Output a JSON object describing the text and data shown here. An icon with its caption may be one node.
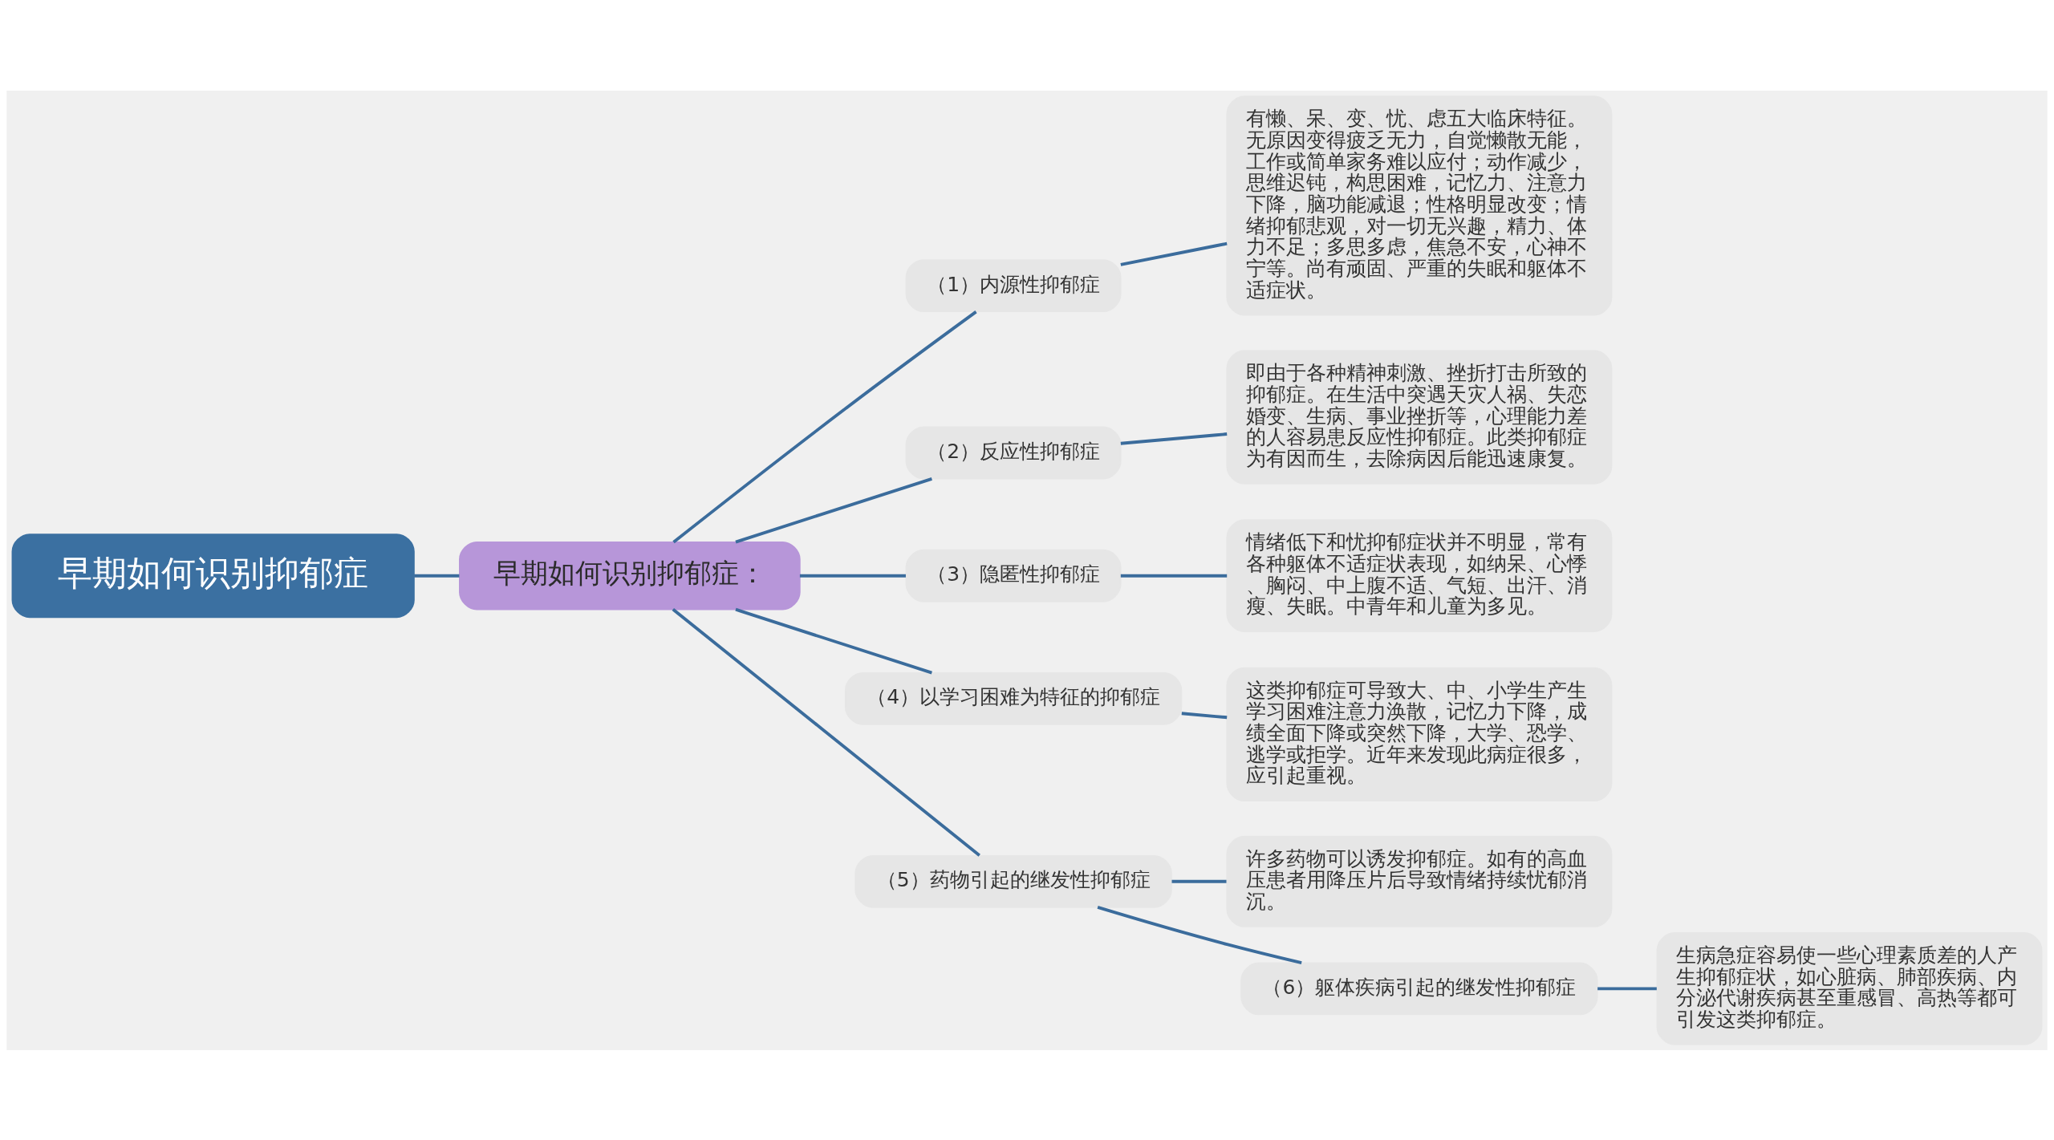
{
  "diagram": {
    "nodes": [
      {
        "text": [
          "早期如何识别抑郁症"
        ]
      },
      {
        "text": [
          "早期如何识别抑郁症："
        ]
      },
      {
        "text": [
          "（1）内源性抑郁症"
        ]
      },
      {
        "text": [
          "有懒、呆、变、忧、虑五大临床特征。无原因变得疲乏无力，自觉懒散无能，工作或简单家务难以应付；动作减少，思维迟钝，构思困难，记忆力、注意力下降，脑功能减退；性格明显改变；情绪抑郁悲观，对一切无兴趣，精力、体力不足；多思多虑，焦急不安，心神不宁等。尚有顽固、严重的失眠和躯体不适症状。"
        ]
      },
      {
        "text": [
          "（2）反应性抑郁症"
        ]
      },
      {
        "text": [
          "即由于各种精神刺激、挫折打击所致的抑郁症。在生活中突遇天灾人祸、失恋婚变、生病、事业挫折等，心理能力差的人容易患反应性抑郁症。此类抑郁症为有因而生，去除病因后能迅速康复。"
        ]
      },
      {
        "text": [
          "（3）隐匿性抑郁症"
        ]
      },
      {
        "text": [
          "情绪低下和忧抑郁症状并不明显，常有各种躯体不适症状表现，如纳呆、心悸、胸闷、中上腹不适、气短、出汗、消瘦、失眠。中青年和儿童为多见。"
        ]
      },
      {
        "text": [
          "（4）以学习困难为特征的抑郁症"
        ]
      },
      {
        "text": [
          "这类抑郁症可导致大、中、小学生产生学习困难注意力涣散，记忆力下降，成绩全面下降或突然下降，大学、恐学、逃学或拒学。近年来发现此病症很多，应引起重视。"
        ]
      },
      {
        "text": [
          "（5）药物引起的继发性抑郁症"
        ]
      },
      {
        "text": [
          "许多药物可以诱发抑郁症。如有的高血压患者用降压片后导致情绪持续忧郁消沉。"
        ]
      },
      {
        "text": [
          "（6）躯体疾病引起的继发性抑郁症"
        ]
      },
      {
        "text": [
          "生病急症容易使一些心理素质差的人产生抑郁症状，如心脏病、肺部疾病、内分泌代谢疾病甚至重感冒、高热等都可引发这类抑郁症。"
        ]
      }
    ],
    "edges": [
      {
        "from": 0,
        "to": 1,
        "arrow": "none"
      },
      {
        "from": 1,
        "to": 2,
        "arrow": "none"
      },
      {
        "from": 2,
        "to": 3,
        "arrow": "none"
      },
      {
        "from": 1,
        "to": 4,
        "arrow": "none"
      },
      {
        "from": 4,
        "to": 5,
        "arrow": "none"
      },
      {
        "from": 1,
        "to": 6,
        "arrow": "none"
      },
      {
        "from": 6,
        "to": 7,
        "arrow": "none"
      },
      {
        "from": 1,
        "to": 8,
        "arrow": "none"
      },
      {
        "from": 8,
        "to": 9,
        "arrow": "none"
      },
      {
        "from": 1,
        "to": 10,
        "arrow": "none"
      },
      {
        "from": 10,
        "to": 11,
        "arrow": "none"
      },
      {
        "from": 10,
        "to": 12,
        "arrow": "none"
      },
      {
        "from": 12,
        "to": 13,
        "arrow": "none"
      }
    ]
  }
}
